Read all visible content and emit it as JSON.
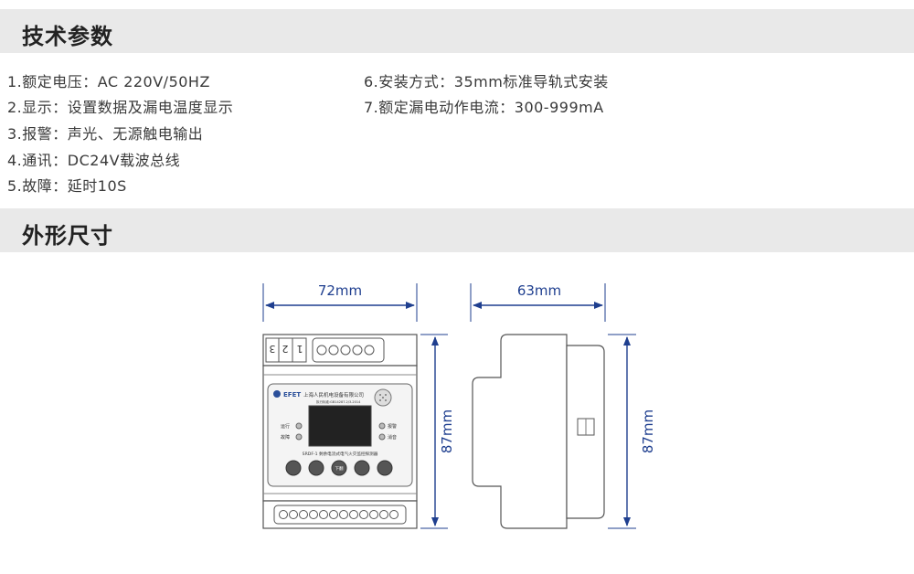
{
  "sections": {
    "tech_params": "技术参数",
    "dimensions": "外形尺寸"
  },
  "specs_left": [
    "1.额定电压：AC   220V/50HZ",
    "2.显示：设置数据及漏电温度显示",
    "3.报警：声光、无源触电输出",
    "4.通讯：DC24V载波总线",
    "5.故障：延时10S"
  ],
  "specs_right": [
    "6.安装方式：35mm标准导轨式安装",
    "7.额定漏电动作电流：300-999mA"
  ],
  "drawing": {
    "front_width": "72mm",
    "side_width": "63mm",
    "front_height": "87mm",
    "side_height": "87mm",
    "terminal_numbers": [
      "3",
      "2",
      "1"
    ],
    "brand": "EFET",
    "company": "上海人民机电设备有限公司",
    "standard": "执行标准:GB14287.2/3-2014",
    "led_run": "运行",
    "led_fault": "故障",
    "led_alarm": "报警",
    "led_silence": "消音",
    "model_line": "SRDF-1 剩余电流式电气火灾监控探测器",
    "key_labels": [
      "",
      "",
      "",
      "",
      ""
    ],
    "key_middle": "下翻"
  },
  "colors": {
    "dimension_blue": "#1f3f8f",
    "section_bar": "#e9e9e9"
  }
}
